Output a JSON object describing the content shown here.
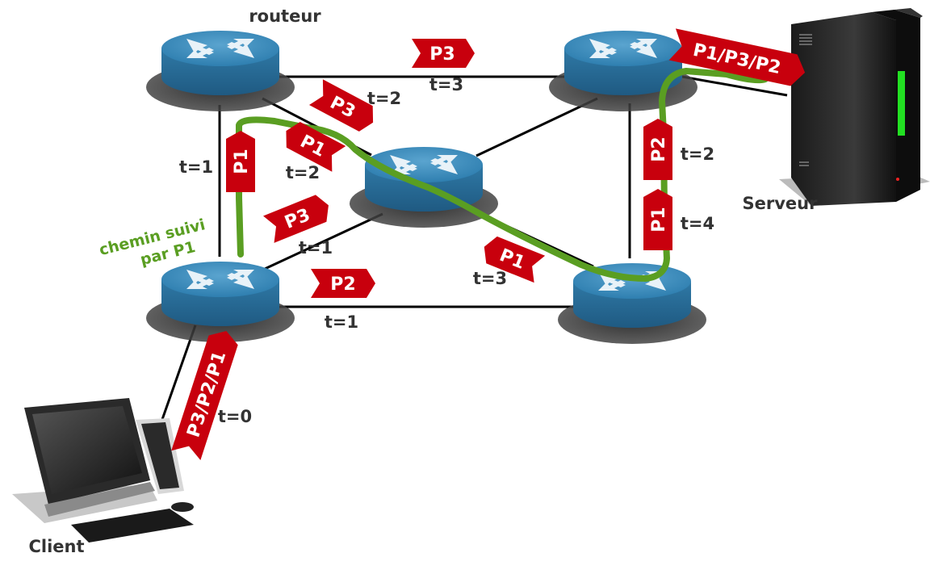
{
  "labels": {
    "router": "routeur",
    "server": "Serveur",
    "client": "Client",
    "path_line1": "chemin suivi",
    "path_line2": "par P1"
  },
  "timestamps": {
    "t_tl_center": "t=2",
    "t_top": "t=3",
    "t_left": "t=1",
    "t_tl_center_p1": "t=2",
    "t_bl_center": "t=1",
    "t_center_br": "t=3",
    "t_bottom": "t=1",
    "t_client": "t=0",
    "t_right_p2": "t=2",
    "t_right_p1": "t=4"
  },
  "packets": {
    "top": "P3",
    "tl_center_p3": "P3",
    "tl_center_p1": "P1",
    "left": "P1",
    "bl_center": "P3",
    "bottom": "P2",
    "center_br": "P1",
    "client": "P3/P2/P1",
    "server": "P1/P3/P2",
    "right_p2": "P2",
    "right_p1": "P1"
  },
  "colors": {
    "packet": "#c8000d",
    "path": "#5a9e22",
    "router_top": "#3a86b0",
    "router_side": "#2a6a93",
    "link": "#000000"
  }
}
